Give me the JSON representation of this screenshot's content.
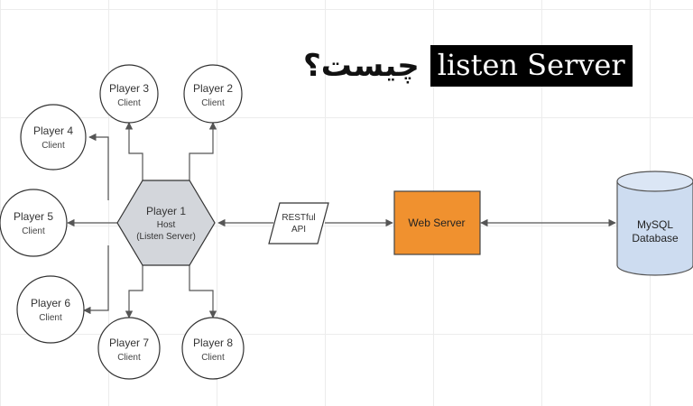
{
  "title": {
    "english": "listen Server",
    "persian": "چیست؟"
  },
  "nodes": {
    "host": {
      "name": "Player 1",
      "role": "Host",
      "detail": "(Listen Server)"
    },
    "player3": {
      "name": "Player 3",
      "role": "Client"
    },
    "player2": {
      "name": "Player 2",
      "role": "Client"
    },
    "player4": {
      "name": "Player 4",
      "role": "Client"
    },
    "player5": {
      "name": "Player 5",
      "role": "Client"
    },
    "player6": {
      "name": "Player 6",
      "role": "Client"
    },
    "player7": {
      "name": "Player 7",
      "role": "Client"
    },
    "player8": {
      "name": "Player 8",
      "role": "Client"
    },
    "api": {
      "line1": "RESTful",
      "line2": "API"
    },
    "webserver": {
      "label": "Web Server"
    },
    "database": {
      "line1": "MySQL",
      "line2": "Database"
    }
  },
  "colors": {
    "host_fill": "#d3d6db",
    "webserver_fill": "#f0912f",
    "database_fill": "#cddcf0",
    "line": "#555555",
    "node_stroke": "#333333"
  }
}
